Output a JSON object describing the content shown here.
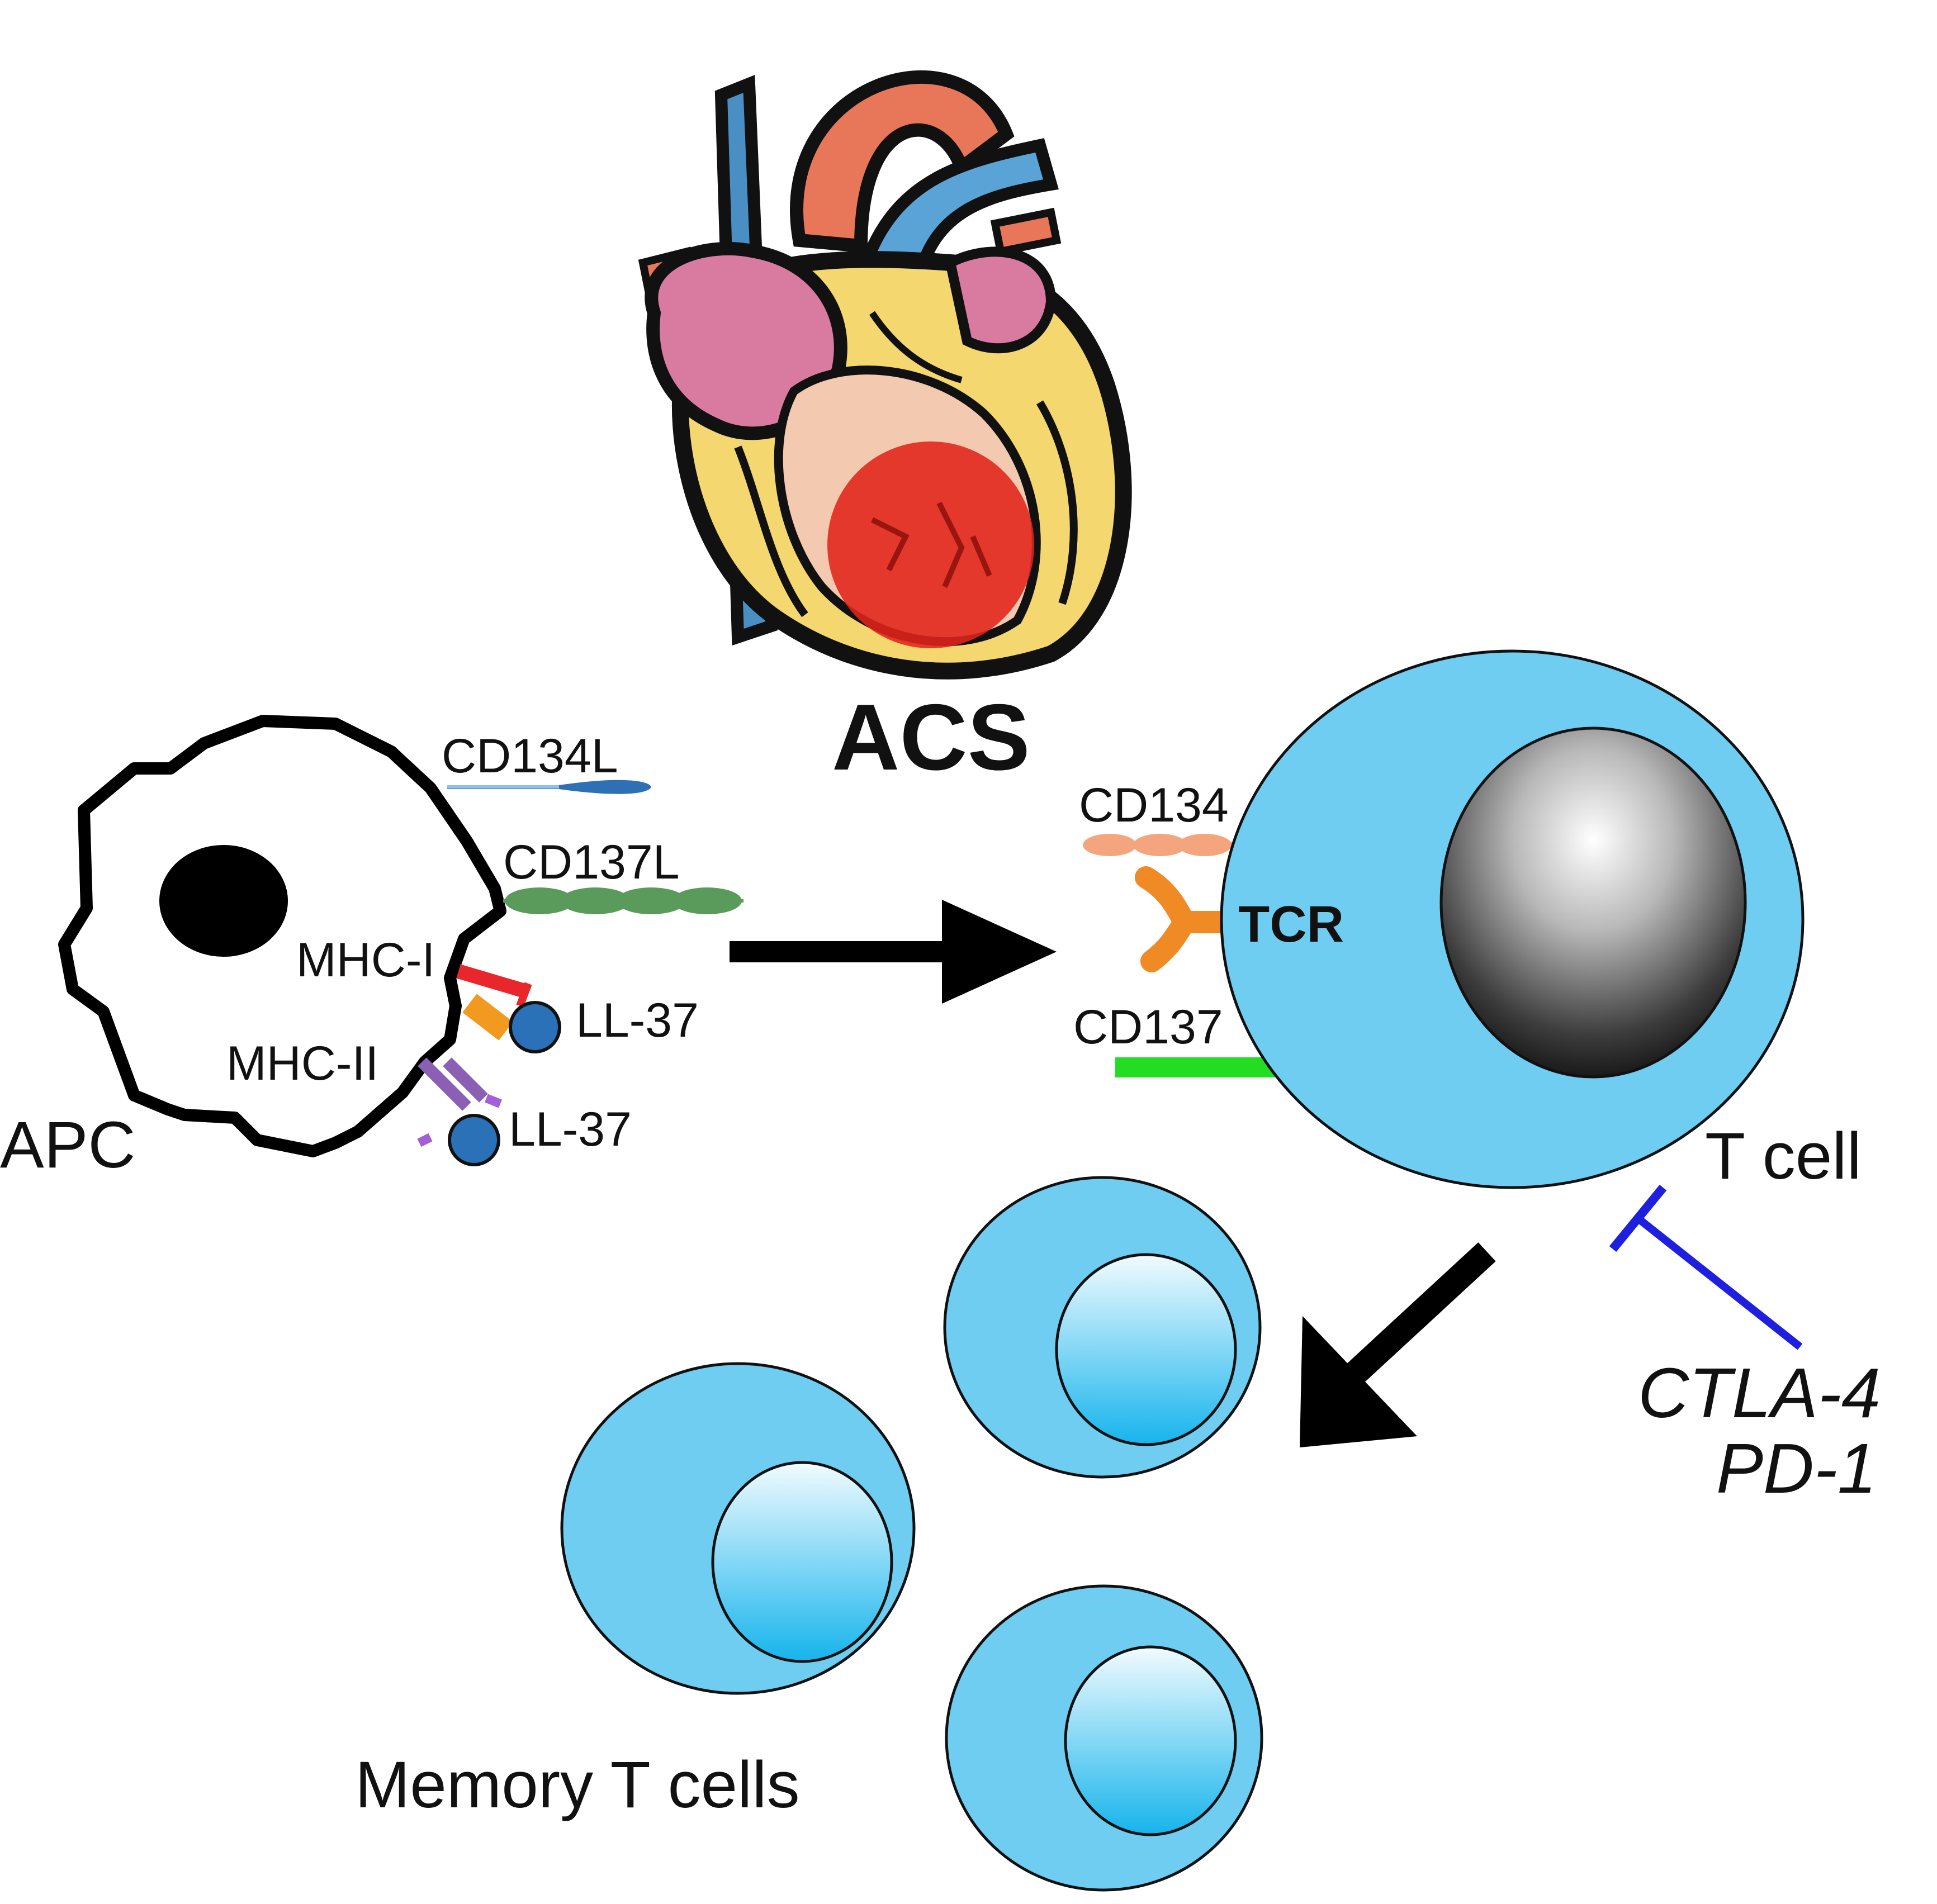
{
  "diagram": {
    "heart": {
      "label": "ACS"
    },
    "apc": {
      "label": "APC",
      "ligands": [
        "CD134L",
        "CD137L"
      ],
      "mhc": [
        "MHC-I",
        "MHC-II"
      ],
      "peptide": "LL-37"
    },
    "t_cell": {
      "label": "T cell",
      "receptors": [
        "CD134",
        "TCR",
        "CD137"
      ]
    },
    "inhibitors": [
      "CTLA-4",
      "PD-1"
    ],
    "memory": {
      "label": "Memory T cells"
    },
    "colors": {
      "cell_fill": "#6fcdf2",
      "cd134l": "#2f6fb6",
      "cd137l": "#5a9a5a",
      "cd134": "#f4a57e",
      "tcr": "#f08a24",
      "cd137": "#22dd22",
      "mhc_i": "#e8262c",
      "mhc_ii": "#8a5fb4",
      "ll37": "#2a71b8",
      "inhibition": "#1f1fe0",
      "infarct": "#e2231a"
    }
  }
}
